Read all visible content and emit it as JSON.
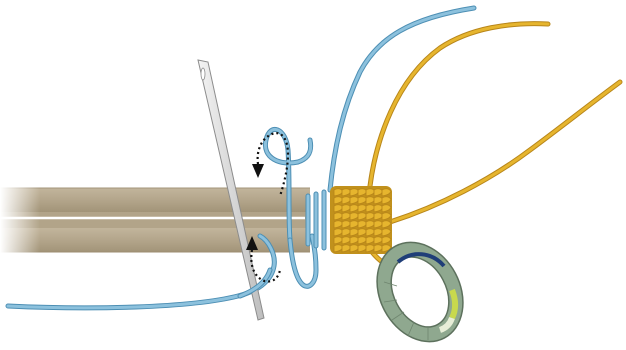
{
  "diagram": {
    "subject": "whipping-and-serving-illustration",
    "colors": {
      "background": "#ffffff",
      "rod": "#b5a78d",
      "rod_shade": "#9f9177",
      "rod_highlight": "#ffffff",
      "blue_thread": "#8cc1dd",
      "blue_thread_edge": "#4d8fb4",
      "yellow_thread": "#e6b52e",
      "yellow_thread_edge": "#b8861a",
      "wrap_shadow": "#c1911c",
      "needle": "#dcdcdc",
      "needle_edge": "#8c8c8c",
      "ring": "#8fa88f",
      "ring_edge": "#5d715d",
      "ring_accent": "#1f3e78",
      "ring_band": "#c8d94d",
      "arrow": "#111111"
    },
    "elements": [
      "rod",
      "needle",
      "blue-thread",
      "yellow-thread-wraps",
      "yellow-thread-tails",
      "guide-ring",
      "direction-arrows"
    ]
  }
}
